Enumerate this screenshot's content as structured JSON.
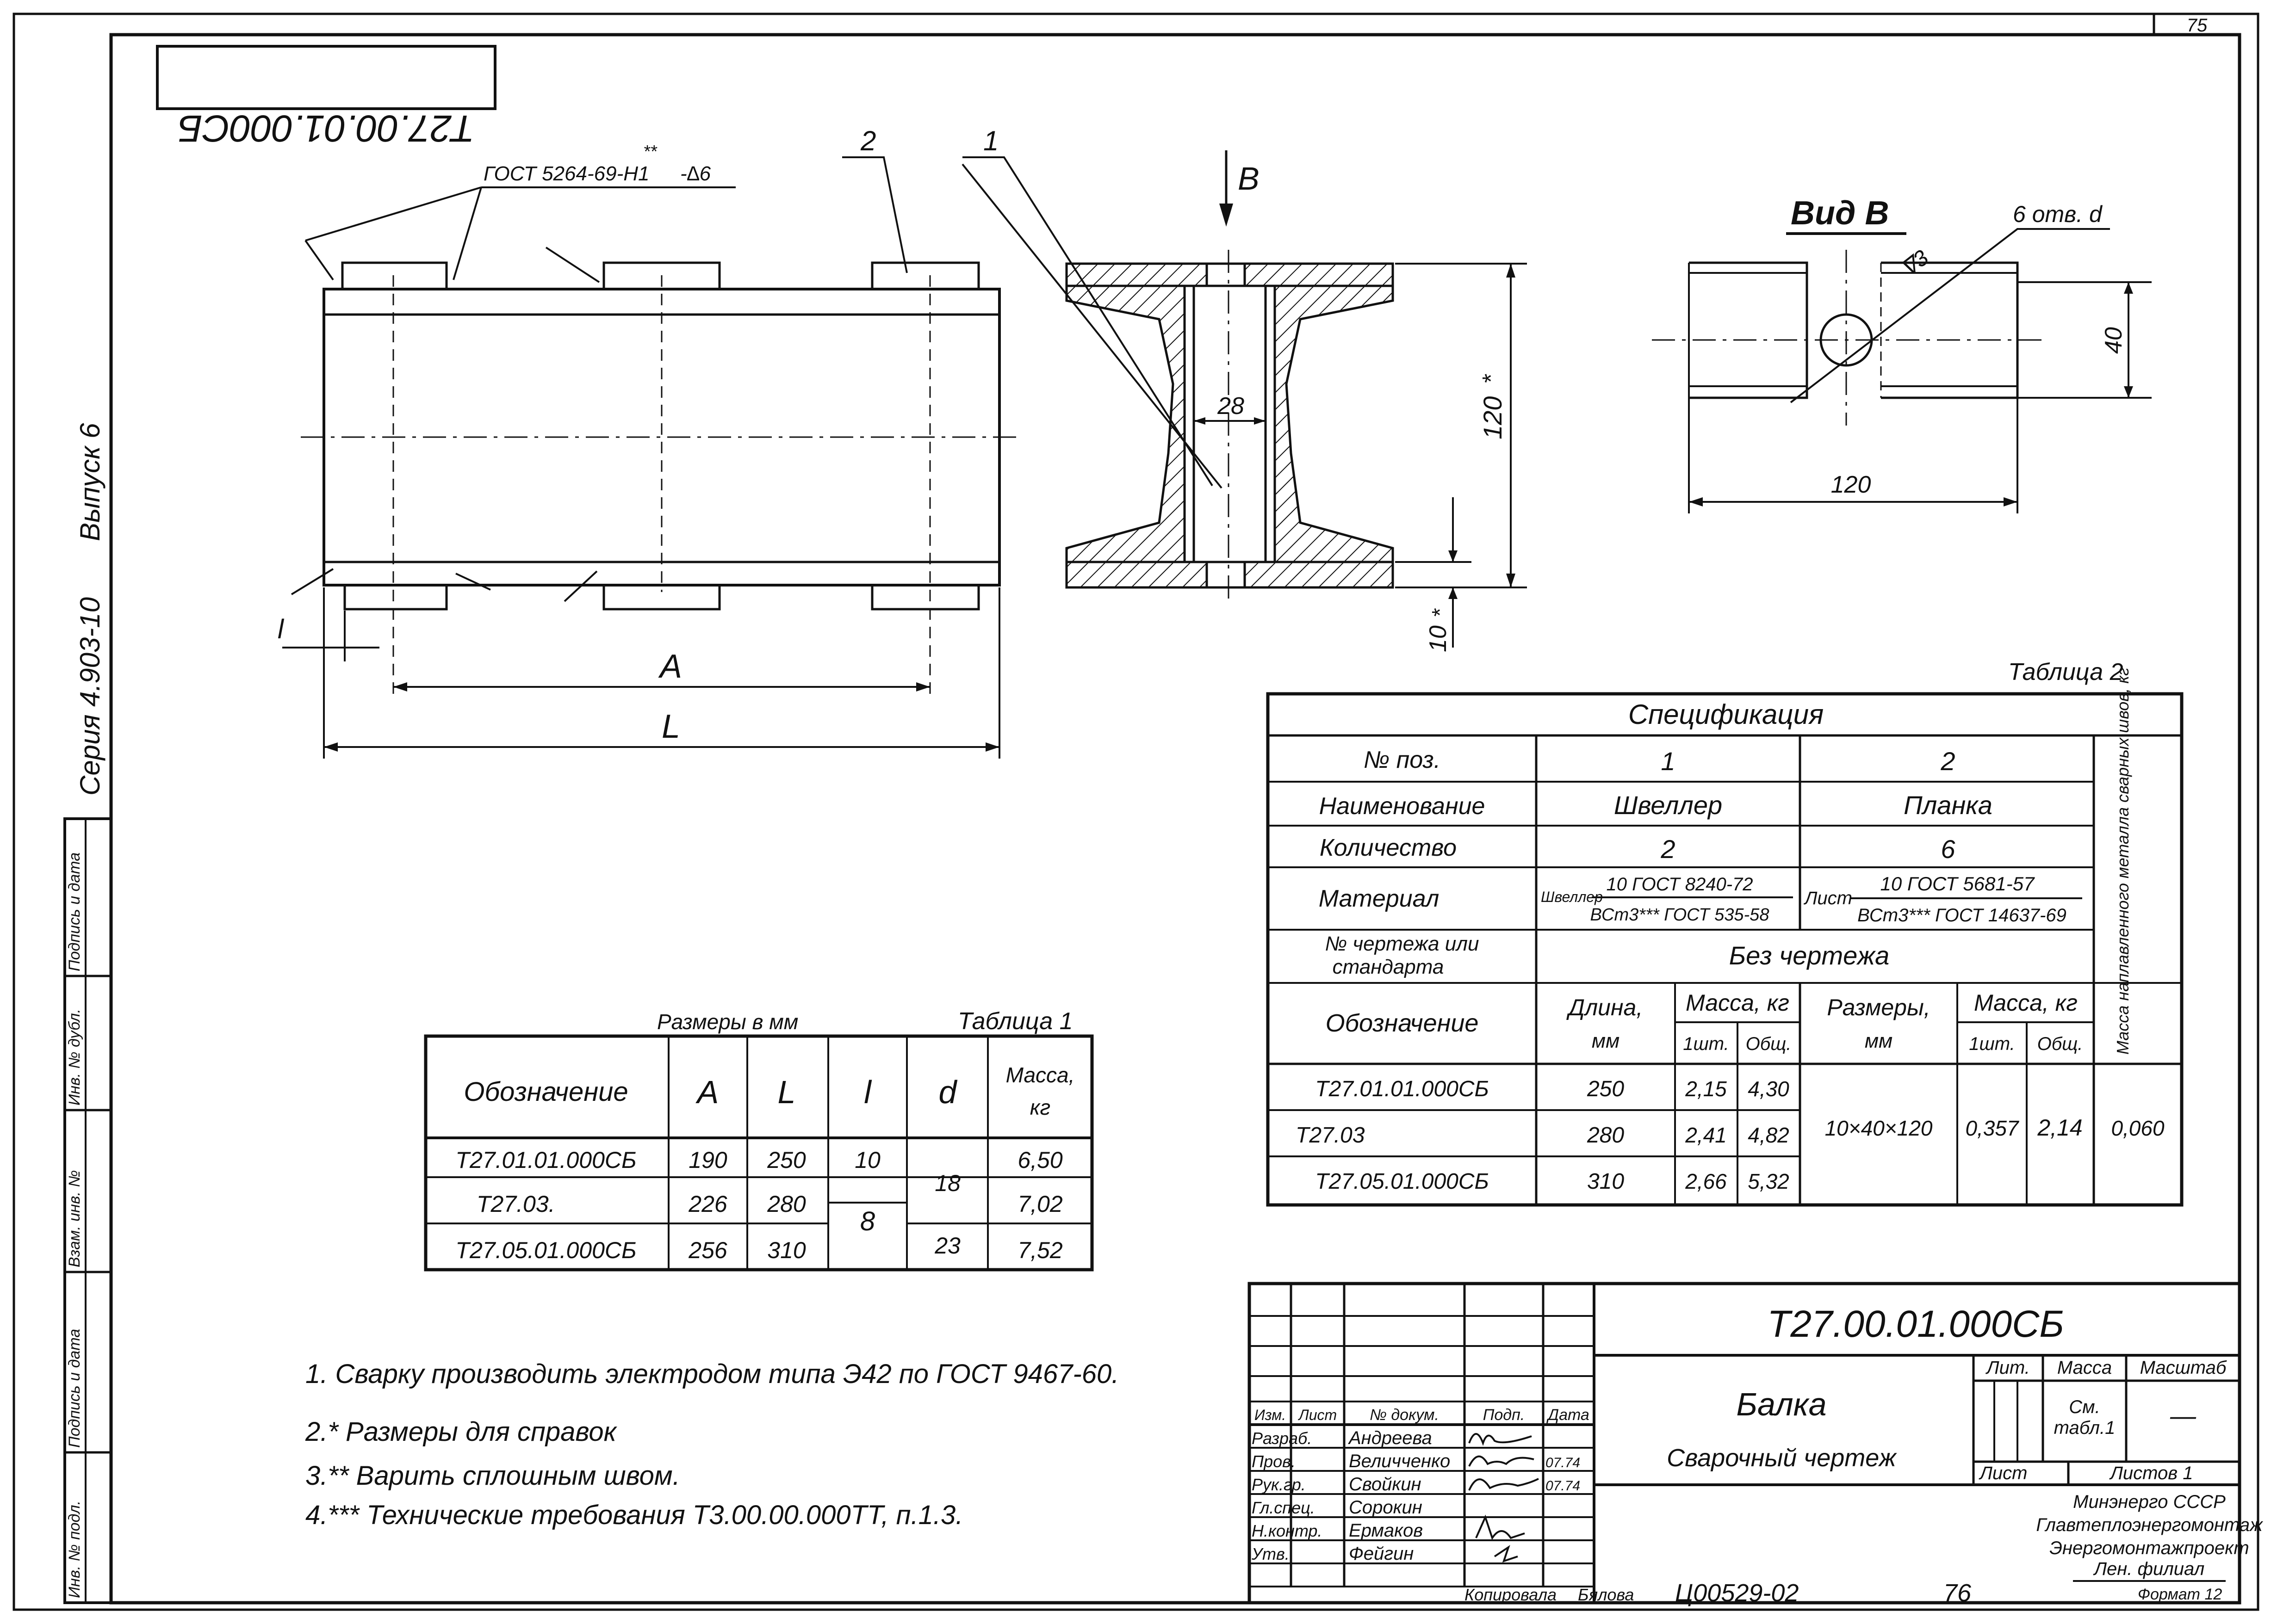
{
  "sheet": {
    "page_number": "75",
    "stamp_code_mirrored": "Т27.00.01.000СБ",
    "left_margin": {
      "series": "Серия 4.903-10",
      "issue": "Выпуск 6"
    },
    "left_stamp": [
      "Подпись и дата",
      "Инв. № дубл.",
      "Взам. инв. №",
      "Подпись и дата",
      "Инв. № подл."
    ]
  },
  "main_view": {
    "weld_note": "ГОСТ 5264-69-Н1",
    "weld_suffix": "-∆6",
    "weld_stars": "**",
    "callout_2": "2",
    "callout_1": "1",
    "dim_l_small": "l",
    "dim_A": "A",
    "dim_L": "L"
  },
  "section_view": {
    "arrow_label": "В",
    "dim_web": "28",
    "dim_height": "120",
    "dim_height_mark": "*",
    "dim_bottom": "10",
    "dim_bottom_mark": "*"
  },
  "view_b": {
    "title": "Вид В",
    "holes_note": "6 отв. d",
    "roughness": "∇3",
    "dim_40": "40",
    "dim_120": "120"
  },
  "table1": {
    "header_note": "Размеры в мм",
    "caption": "Таблица 1",
    "columns": [
      "Обозначение",
      "A",
      "L",
      "l",
      "d",
      "Масса, кг"
    ],
    "rows": [
      [
        "Т27.01.01.000СБ",
        "190",
        "250",
        "10",
        "18",
        "6,50"
      ],
      [
        "Т27.03.",
        "226",
        "280",
        "8",
        "",
        "7,02"
      ],
      [
        "Т27.05.01.000СБ",
        "256",
        "310",
        "",
        "23",
        "7,52"
      ]
    ]
  },
  "table2": {
    "caption": "Таблица 2",
    "title": "Спецификация",
    "labels": {
      "pos": "№ поз.",
      "name": "Наименование",
      "qty": "Количество",
      "material": "Материал",
      "drawing": "№ чертежа или стандарта",
      "designation": "Обозначение",
      "length": "Длина, мм",
      "mass": "Масса, кг",
      "each": "1шт.",
      "total": "Общ.",
      "sizes": "Размеры, мм",
      "mass2": "Масса, кг",
      "each2": "1шт.",
      "total2": "Общ.",
      "weld_metal": "Масса наплавленного металла сварных швов, кг"
    },
    "pos_1": "1",
    "pos_2": "2",
    "name_1": "Швеллер",
    "name_2": "Планка",
    "qty_1": "2",
    "qty_2": "6",
    "material_1_prefix": "Швеллер",
    "material_1_top": "10 ГОСТ 8240-72",
    "material_1_bottom": "ВСт3*** ГОСТ 535-58",
    "material_2_prefix": "Лист",
    "material_2_top": "10 ГОСТ 5681-57",
    "material_2_bottom": "ВСт3*** ГОСТ 14637-69",
    "drawing_value": "Без чертежа",
    "rows": [
      [
        "Т27.01.01.000СБ",
        "250",
        "2,15",
        "4,30"
      ],
      [
        "Т27.03",
        "280",
        "2,41",
        "4,82"
      ],
      [
        "Т27.05.01.000СБ",
        "310",
        "2,66",
        "5,32"
      ]
    ],
    "sizes_value": "10×40×120",
    "mass_each_value": "0,357",
    "mass_total_value": "2,14",
    "weld_metal_value": "0,060"
  },
  "notes": [
    "1. Сварку производить электродом типа Э42 по ГОСТ 9467-60.",
    "2.* Размеры для справок",
    "3.** Варить сплошным швом.",
    "4.*** Технические требования Т3.00.00.000ТТ, п.1.3."
  ],
  "title_block": {
    "code": "Т27.00.01.000СБ",
    "name": "Балка",
    "doc_type": "Сварочный чертеж",
    "col_headers": [
      "Изм.",
      "Лист",
      "№ докум.",
      "Подп.",
      "Дата"
    ],
    "roles": [
      "Разраб.",
      "Пров.",
      "Рук.гр.",
      "Гл.спец.",
      "Н.контр.",
      "Утв."
    ],
    "people": [
      "Андреева",
      "Величченко",
      "Свойкин",
      "Сорокин",
      "Ермаков",
      "Фейгин"
    ],
    "signature_dates": [
      "",
      "07.74",
      "07.74",
      "",
      "",
      ""
    ],
    "lit": "Лит.",
    "mass": "Масса",
    "scale": "Масштаб",
    "mass_value": "См. табл.1",
    "scale_value": "—",
    "sheet": "Лист",
    "sheets": "Листов 1",
    "org": [
      "Минэнерго СССР",
      "Главтеплоэнергомонтаж",
      "Энергомонтажпроект",
      "Лен. филиал"
    ],
    "bottom_copied": "Копировала",
    "bottom_copier": "Бялова",
    "bottom_number": "Ц00529-02",
    "bottom_page": "76",
    "bottom_format": "Формат 12"
  }
}
